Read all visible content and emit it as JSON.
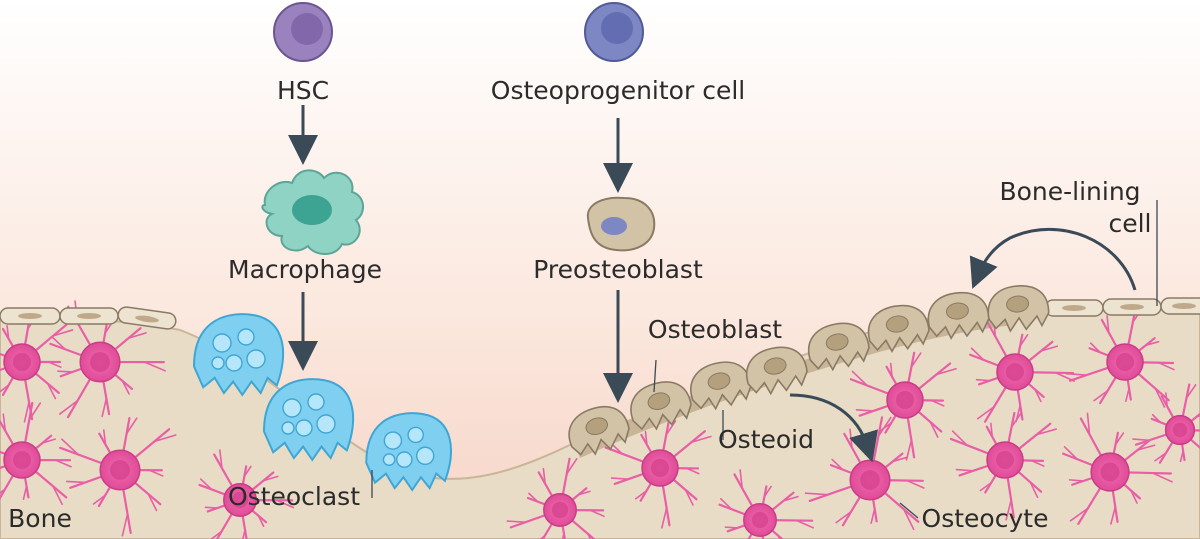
{
  "labels": {
    "hsc": "HSC",
    "osteoprogenitor": "Osteoprogenitor cell",
    "macrophage": "Macrophage",
    "preosteoblast": "Preosteoblast",
    "osteoblast": "Osteoblast",
    "bone_lining_line1": "Bone-lining",
    "bone_lining_line2": "cell",
    "osteoid": "Osteoid",
    "osteoclast": "Osteoclast",
    "osteocyte": "Osteocyte",
    "bone": "Bone"
  },
  "colors": {
    "bone": "#e8dcc6",
    "bone_edge": "#c9b69a",
    "osteoid": "#c2ad8d",
    "osteocyte": "#e85fa6",
    "osteoclast": "#7fd0f0",
    "macrophage": "#8fd3c5",
    "hsc": "#9a82bf",
    "osteoprogenitor": "#7c87c4",
    "preosteoblast": "#d3c3a6",
    "arrow": "#3b4a57"
  }
}
